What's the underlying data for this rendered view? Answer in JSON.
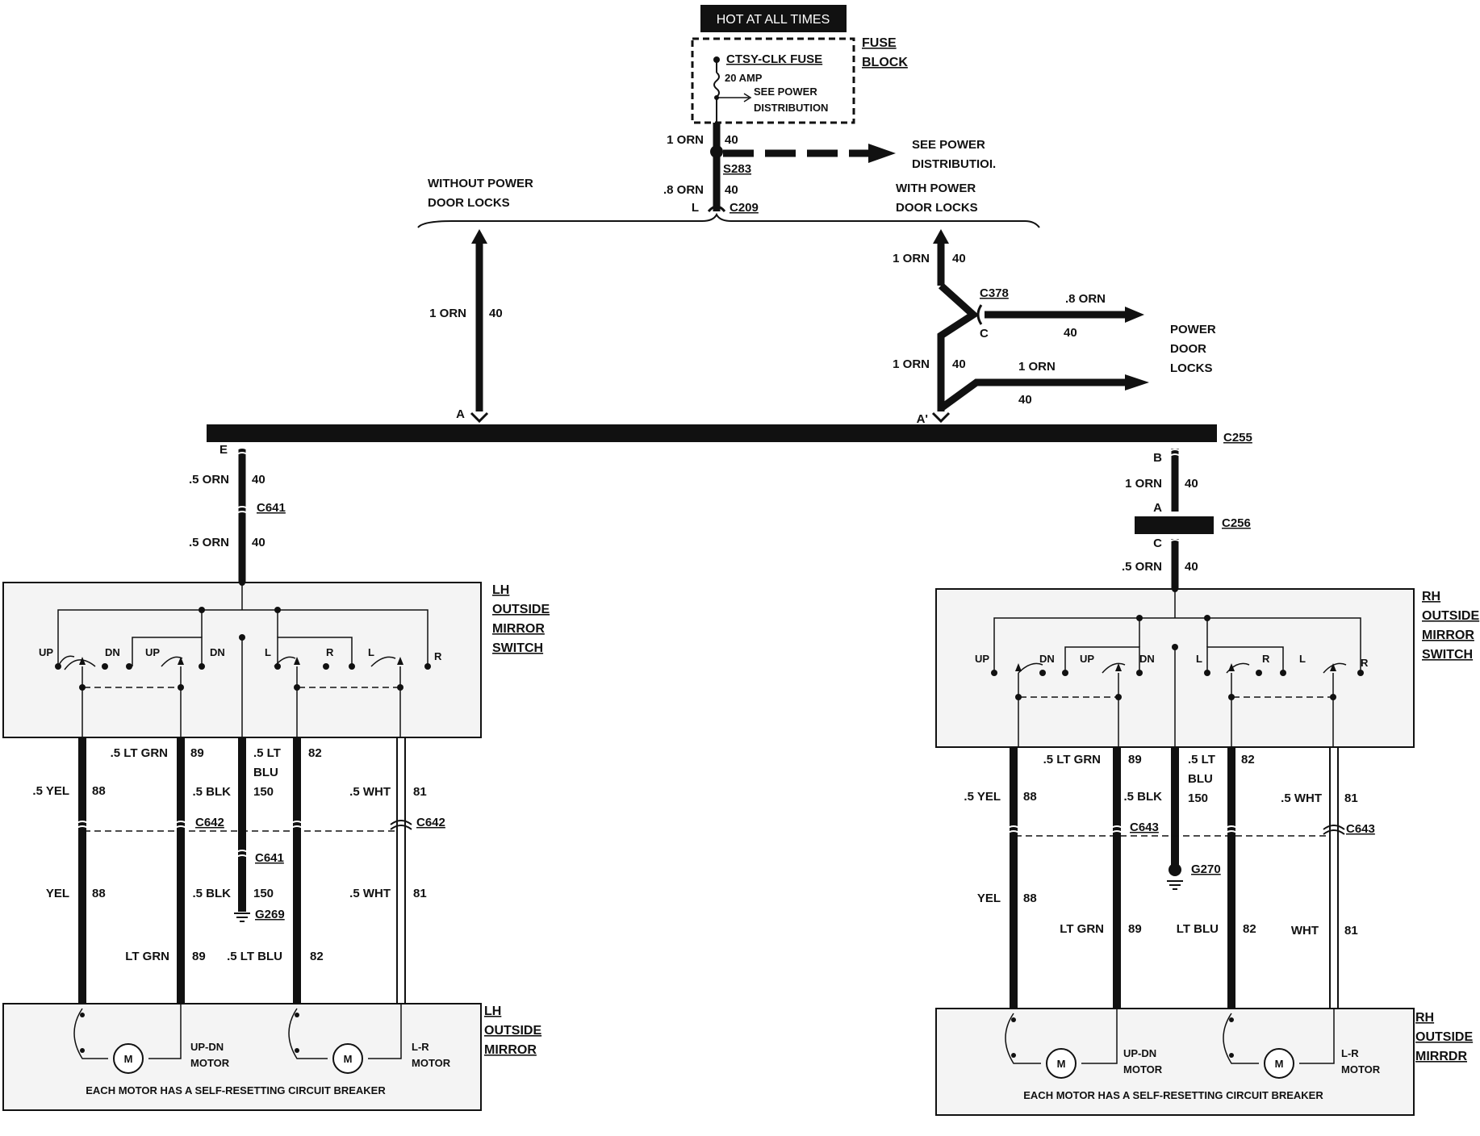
{
  "header": {
    "hot_label": "HOT AT ALL TIMES"
  },
  "fuse_block": {
    "label_line1": "FUSE",
    "label_line2": "BLOCK",
    "fuse_name": "CTSY-CLK FUSE",
    "fuse_rating": "20 AMP",
    "see_power_line1": "SEE POWER",
    "see_power_line2": "DISTRIBUTION"
  },
  "splice": {
    "s283": "S283",
    "see_power_line1": "SEE POWER",
    "see_power_line2": "DISTRIBUTIOI."
  },
  "c209": {
    "name": "C209",
    "pin": "L"
  },
  "branches": {
    "without_line1": "WITHOUT POWER",
    "without_line2": "DOOR LOCKS",
    "with_line1": "WITH POWER",
    "with_line2": "DOOR LOCKS"
  },
  "power_door_locks": {
    "line1": "POWER",
    "line2": "DOOR",
    "line3": "LOCKS"
  },
  "connectors": {
    "c378": "C378",
    "c378_pin": "C",
    "c255": "C255",
    "c255_pin_a_left": "A",
    "c255_pin_a_right": "A'",
    "c255_pin_e": "E",
    "c255_pin_b": "B",
    "c256": "C256",
    "c256_pin_a": "A",
    "c256_pin_c": "C",
    "c641": "C641",
    "c642": "C642",
    "c643": "C643",
    "g269": "G269",
    "g270": "G270"
  },
  "wires": {
    "w_1orn": "1 ORN",
    "w_8orn": ".8 ORN",
    "w_5orn": ".5 ORN",
    "circuit_40": "40",
    "w_5ltgrn": ".5 LT GRN",
    "w_5yel": ".5 YEL",
    "w_5blk": ".5 BLK",
    "w_5lt": ".5 LT",
    "w_blu": "BLU",
    "w_5wht": ".5 WHT",
    "w_yel": "YEL",
    "w_ltgrn": "LT GRN",
    "w_5ltblu": ".5 LT BLU",
    "w_ltblu": "LT BLU",
    "w_wht": "WHT",
    "c88": "88",
    "c89": "89",
    "c150": "150",
    "c82": "82",
    "c81": "81"
  },
  "lh_switch": {
    "line1": "LH",
    "line2": "OUTSIDE",
    "line3": "MIRROR",
    "line4": "SWITCH"
  },
  "rh_switch": {
    "line1": "RH",
    "line2": "OUTSIDE",
    "line3": "MIRROR",
    "line4": "SWITCH"
  },
  "lh_mirror": {
    "line1": "LH",
    "line2": "OUTSIDE",
    "line3": "MIRROR"
  },
  "rh_mirror": {
    "line1": "RH",
    "line2": "OUTSIDE",
    "line3": "MIRRDR"
  },
  "switch_labels": {
    "up": "UP",
    "dn": "DN",
    "l": "L",
    "r": "R"
  },
  "motor": {
    "m": "M",
    "updn_line1": "UP-DN",
    "updn_line2": "MOTOR",
    "lr_line1": "L-R",
    "lr_line2": "MOTOR",
    "breaker_note": "EACH MOTOR HAS A SELF-RESETTING CIRCUIT BREAKER"
  }
}
